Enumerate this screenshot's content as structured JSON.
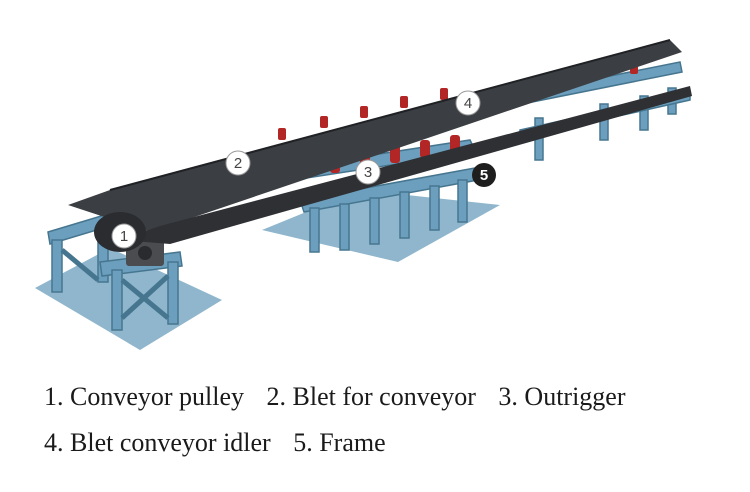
{
  "colors": {
    "frame": "#6c9fbe",
    "frame_dark": "#46768f",
    "base_plate": "#8fb6cc",
    "belt": "#3b3e42",
    "belt_edge": "#1f2124",
    "idler": "#b32626",
    "marker_fill": "#ffffff",
    "marker_dark": "#1e1e1e"
  },
  "markers": [
    {
      "num": "1",
      "part": "conveyor-pulley",
      "style": "light"
    },
    {
      "num": "2",
      "part": "belt-for-conveyor",
      "style": "light"
    },
    {
      "num": "3",
      "part": "outrigger",
      "style": "light"
    },
    {
      "num": "4",
      "part": "belt-conveyor-idler",
      "style": "light"
    },
    {
      "num": "5",
      "part": "frame",
      "style": "dark"
    }
  ],
  "legend": {
    "line1": [
      "1. Conveyor pulley",
      "2. Blet for conveyor",
      "3. Outrigger"
    ],
    "line2": [
      "4. Blet conveyor idler",
      "5. Frame"
    ]
  }
}
